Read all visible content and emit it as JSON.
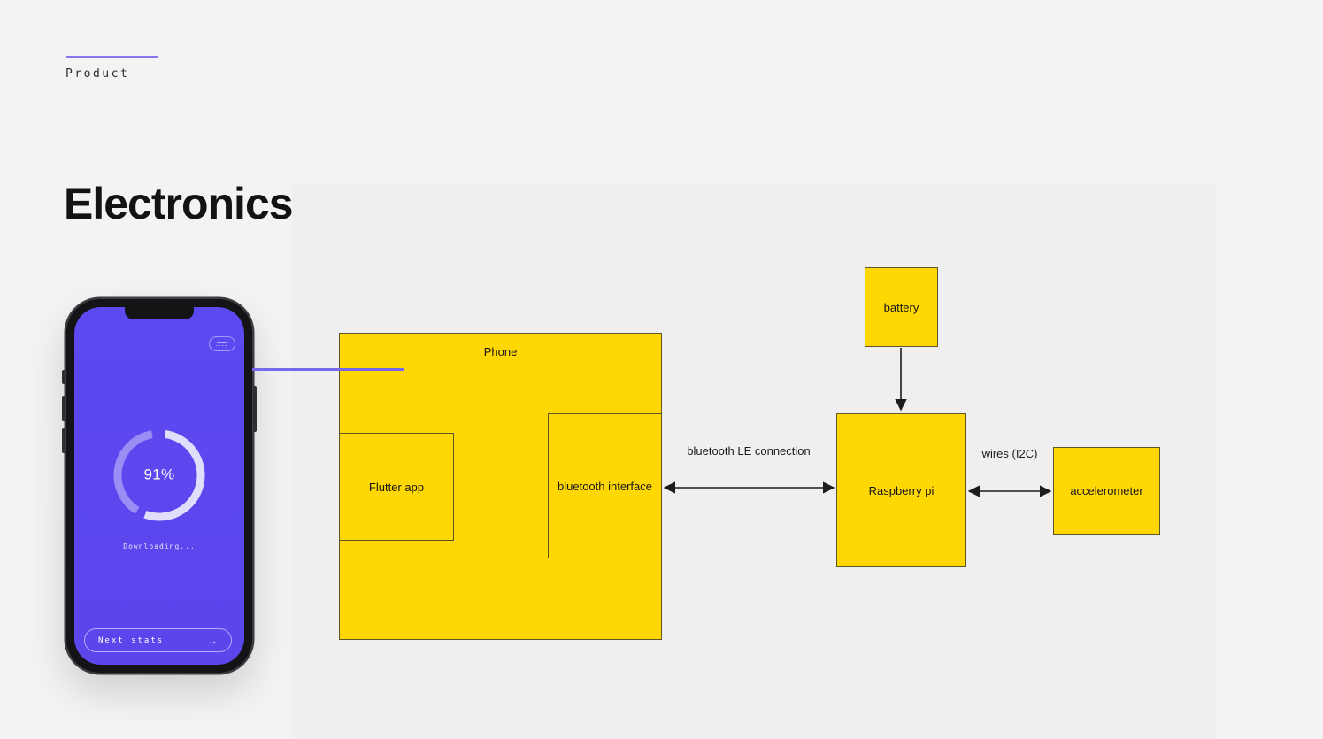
{
  "page": {
    "eyebrow": "Product",
    "title": "Electronics",
    "accent_color": "#8678f0",
    "background_color": "#f3f3f4",
    "panel_color": "#efeff1"
  },
  "phone_mockup": {
    "progress_percent": "91%",
    "status_text": "Downloading...",
    "next_button": {
      "label": "Next stats",
      "arrow": "→"
    },
    "screen_color": "#5b48ee",
    "connector_color": "#7668ee"
  },
  "diagram": {
    "nodes": [
      {
        "id": "phone",
        "label": "Phone"
      },
      {
        "id": "flutter-app",
        "label": "Flutter app"
      },
      {
        "id": "bluetooth-interface",
        "label": "bluetooth interface"
      },
      {
        "id": "battery",
        "label": "battery"
      },
      {
        "id": "raspberry-pi",
        "label": "Raspberry pi"
      },
      {
        "id": "accelerometer",
        "label": "accelerometer"
      }
    ],
    "edges": [
      {
        "from": "flutter-app",
        "to": "bluetooth-interface",
        "label": "",
        "direction": "both"
      },
      {
        "from": "bluetooth-interface",
        "to": "raspberry-pi",
        "label": "bluetooth LE connection",
        "direction": "both"
      },
      {
        "from": "battery",
        "to": "raspberry-pi",
        "label": "",
        "direction": "to"
      },
      {
        "from": "raspberry-pi",
        "to": "accelerometer",
        "label": "wires (I2C)",
        "direction": "both"
      }
    ],
    "node_fill": "#ffd702",
    "node_border": "#5c5526",
    "arrow_color": "#1c1c1c"
  }
}
